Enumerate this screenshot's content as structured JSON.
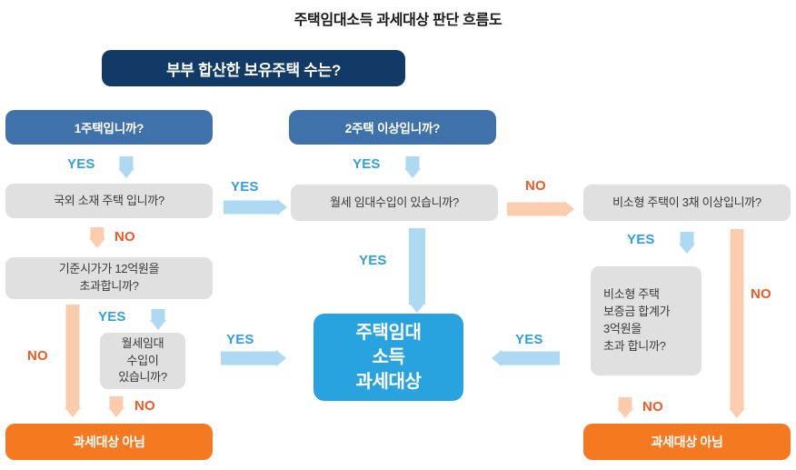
{
  "title": "주택임대소득 과세대상 판단 흐름도",
  "colors": {
    "root_box": "#123a66",
    "question_box": "#3f72ab",
    "neutral_box": "#e0e0e0",
    "result_box": "#29a3e0",
    "not_taxable_box": "#f47920",
    "yes_label": "#2f9fe0",
    "no_label": "#ef5a24",
    "yes_arrow": "#aed9f2",
    "no_arrow": "#fbcdae"
  },
  "nodes": {
    "root": "부부 합산한 보유주택 수는?",
    "branch_one_house": "1주택입니까?",
    "branch_two_houses": "2주택 이상입니까?",
    "q_overseas": "국외 소재 주택 입니까?",
    "q_price_over_12": "기준시가가 12억원을\n초과합니까?",
    "q_monthly_rent_left": "월세임대\n수입이\n있습니까?",
    "q_monthly_rent_mid": "월세 임대수입이 있습니까?",
    "q_nonsmall_3plus": "비소형 주택이 3채 이상입니까?",
    "q_deposit_over_3": "비소형 주택\n보증금 합계가\n3억원을\n초과 합니까?",
    "result_taxable": "주택임대\n소득\n과세대상",
    "result_not_taxable_left": "과세대상 아님",
    "result_not_taxable_right": "과세대상 아님"
  },
  "edges": {
    "yes": "YES",
    "no": "NO",
    "one_house_yes": "YES",
    "overseas_no": "NO",
    "overseas_yes_to_mid": "YES",
    "price_yes": "YES",
    "price_no": "NO",
    "rent_left_no": "NO",
    "rent_left_yes": "YES",
    "two_houses_yes": "YES",
    "mid_rent_yes": "YES",
    "mid_rent_no": "NO",
    "nonsmall_yes": "YES",
    "nonsmall_no": "NO",
    "deposit_no": "NO",
    "deposit_yes": "YES"
  }
}
